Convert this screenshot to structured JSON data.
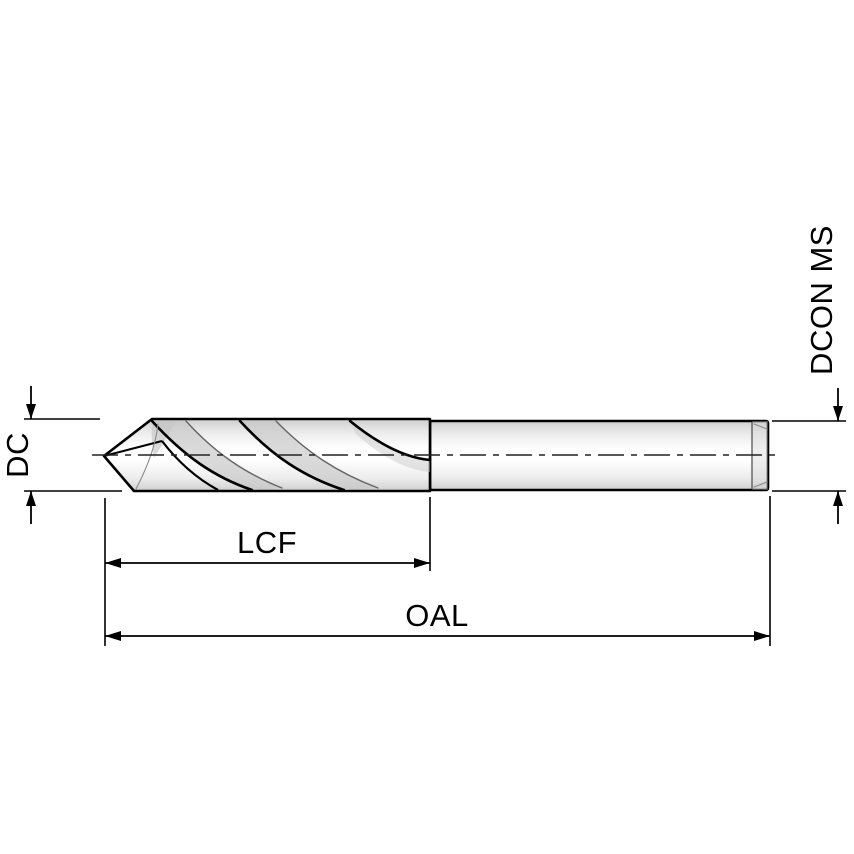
{
  "figure": {
    "type": "technical-drawing",
    "labels": {
      "diameter": "DC",
      "flute_length": "LCF",
      "overall_length": "OAL",
      "shank_diameter": "DCON MS"
    },
    "colors": {
      "line": "#000000",
      "background": "#ffffff",
      "body_light": "#ededed",
      "body_mid": "#cfcfcf",
      "highlight": "#ffffff",
      "flute_shade": "#c6c6c6"
    }
  }
}
